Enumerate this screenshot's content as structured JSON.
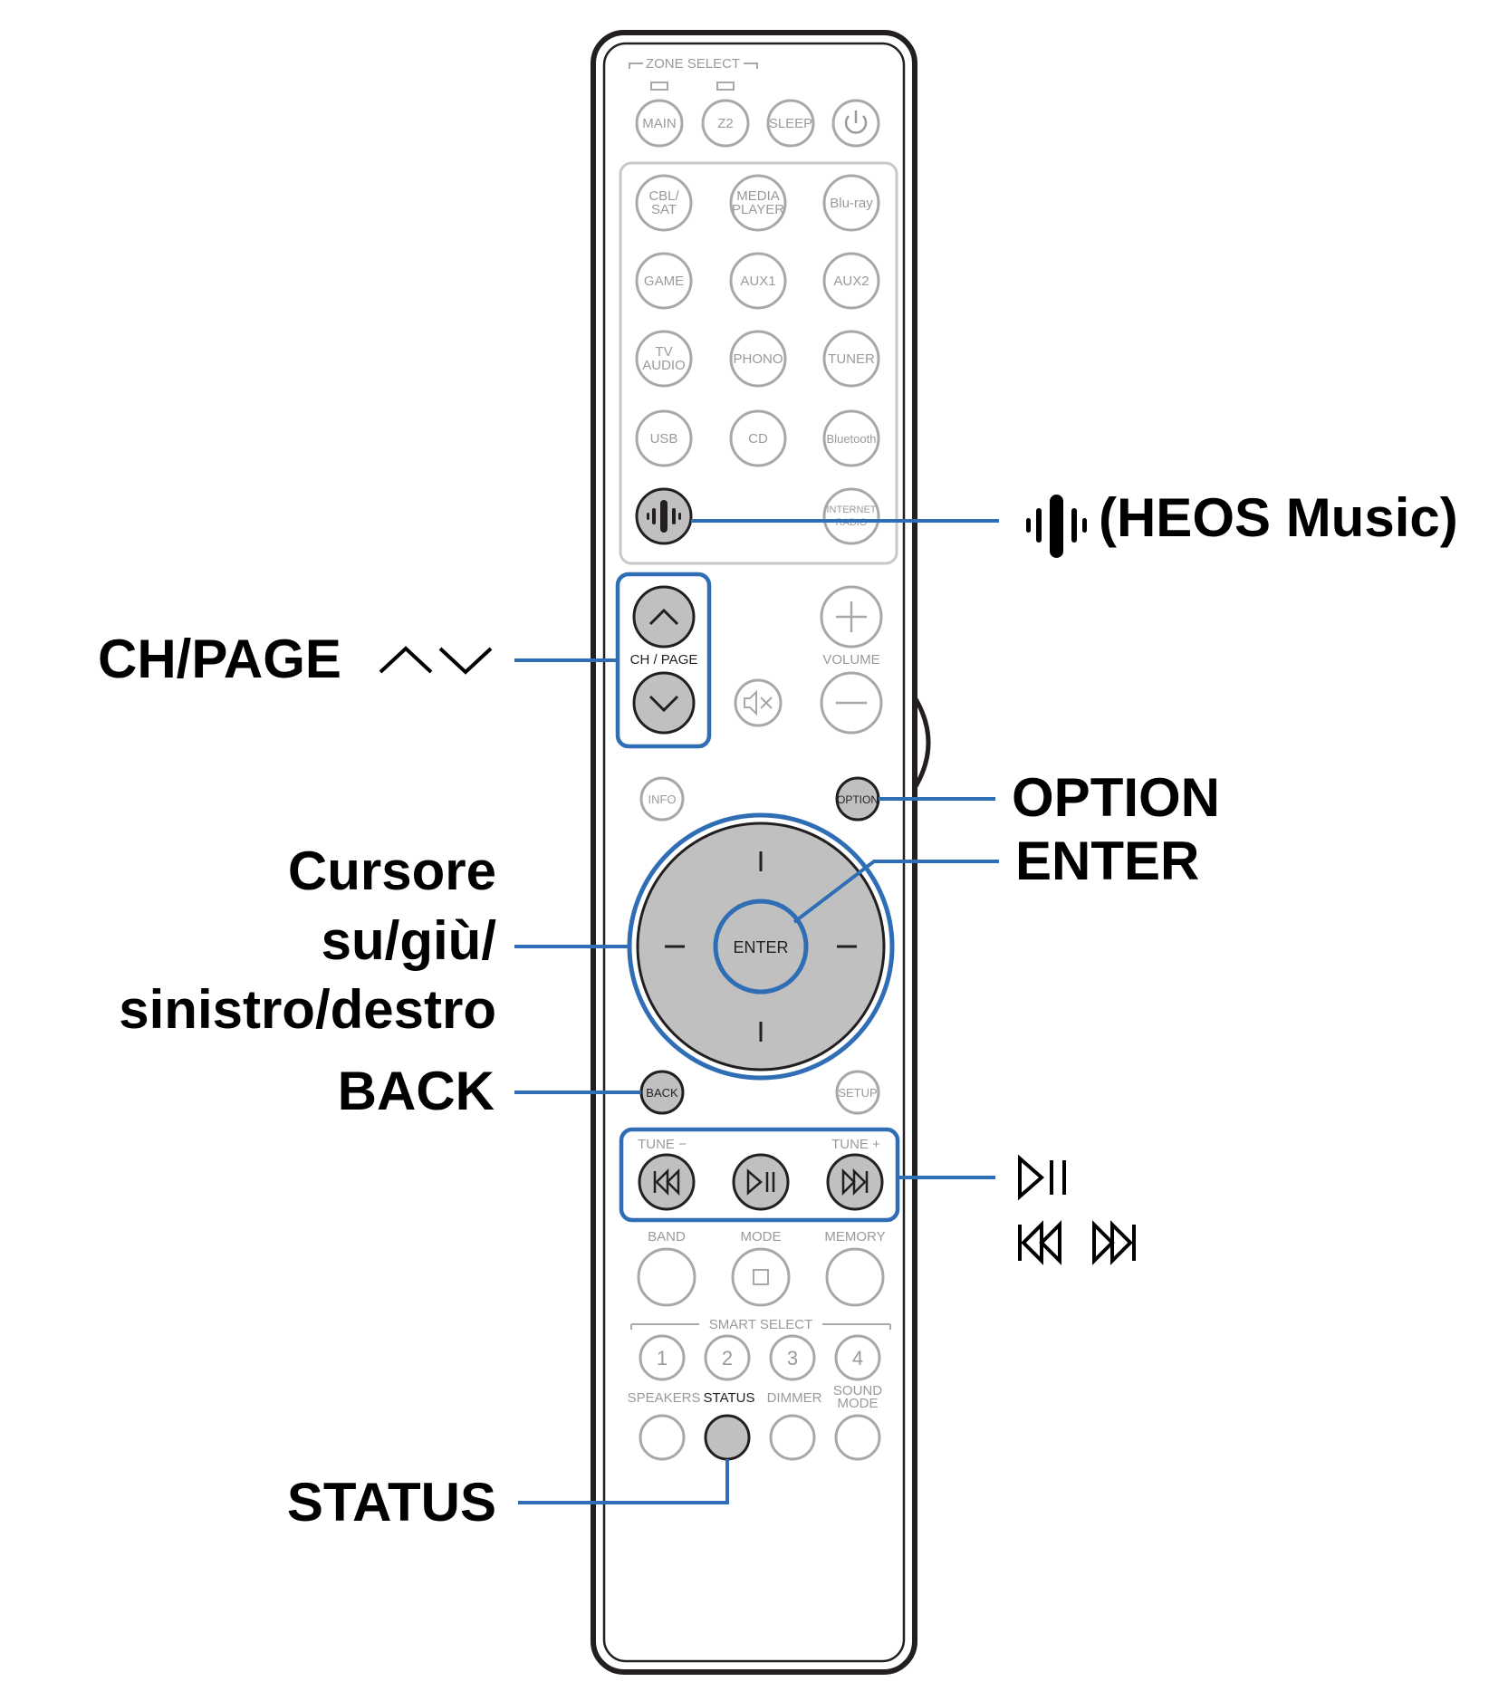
{
  "remote": {
    "zone_select": "ZONE SELECT",
    "zone_buttons": [
      "MAIN",
      "Z2",
      "SLEEP"
    ],
    "source_buttons": [
      [
        "CBL/",
        "SAT"
      ],
      [
        "MEDIA",
        "PLAYER"
      ],
      [
        "Blu-ray"
      ],
      [
        "GAME"
      ],
      [
        "AUX1"
      ],
      [
        "AUX2"
      ],
      [
        "TV",
        "AUDIO"
      ],
      [
        "PHONO"
      ],
      [
        "TUNER"
      ],
      [
        "USB"
      ],
      [
        "CD"
      ],
      [
        "Bluetooth"
      ],
      [
        "INTERNET",
        "RADIO"
      ]
    ],
    "ch_page": "CH / PAGE",
    "volume": "VOLUME",
    "info": "INFO",
    "option": "OPTION",
    "enter": "ENTER",
    "back": "BACK",
    "setup": "SETUP",
    "tune_minus": "TUNE −",
    "tune_plus": "TUNE +",
    "band": "BAND",
    "mode": "MODE",
    "memory": "MEMORY",
    "smart_select": "SMART SELECT",
    "smart_numbers": [
      "1",
      "2",
      "3",
      "4"
    ],
    "speakers": "SPEAKERS",
    "status": "STATUS",
    "dimmer": "DIMMER",
    "sound_mode": [
      "SOUND",
      "MODE"
    ]
  },
  "callouts": {
    "heos": "(HEOS Music)",
    "ch_page": "CH/PAGE",
    "option": "OPTION",
    "enter": "ENTER",
    "cursor_line1": "Cursore",
    "cursor_line2": "su/giù/",
    "cursor_line3": "sinistro/destro",
    "back": "BACK",
    "status": "STATUS"
  },
  "colors": {
    "highlight": "#2f6eb5",
    "button_grey": "#c0c0c0",
    "outline": "#231f20"
  },
  "icons": [
    "heos-icon",
    "chevron-up-icon",
    "chevron-down-icon",
    "mute-icon",
    "power-icon",
    "play-pause-icon",
    "skip-back-icon",
    "skip-forward-icon",
    "stop-icon",
    "plus-icon",
    "minus-icon"
  ]
}
